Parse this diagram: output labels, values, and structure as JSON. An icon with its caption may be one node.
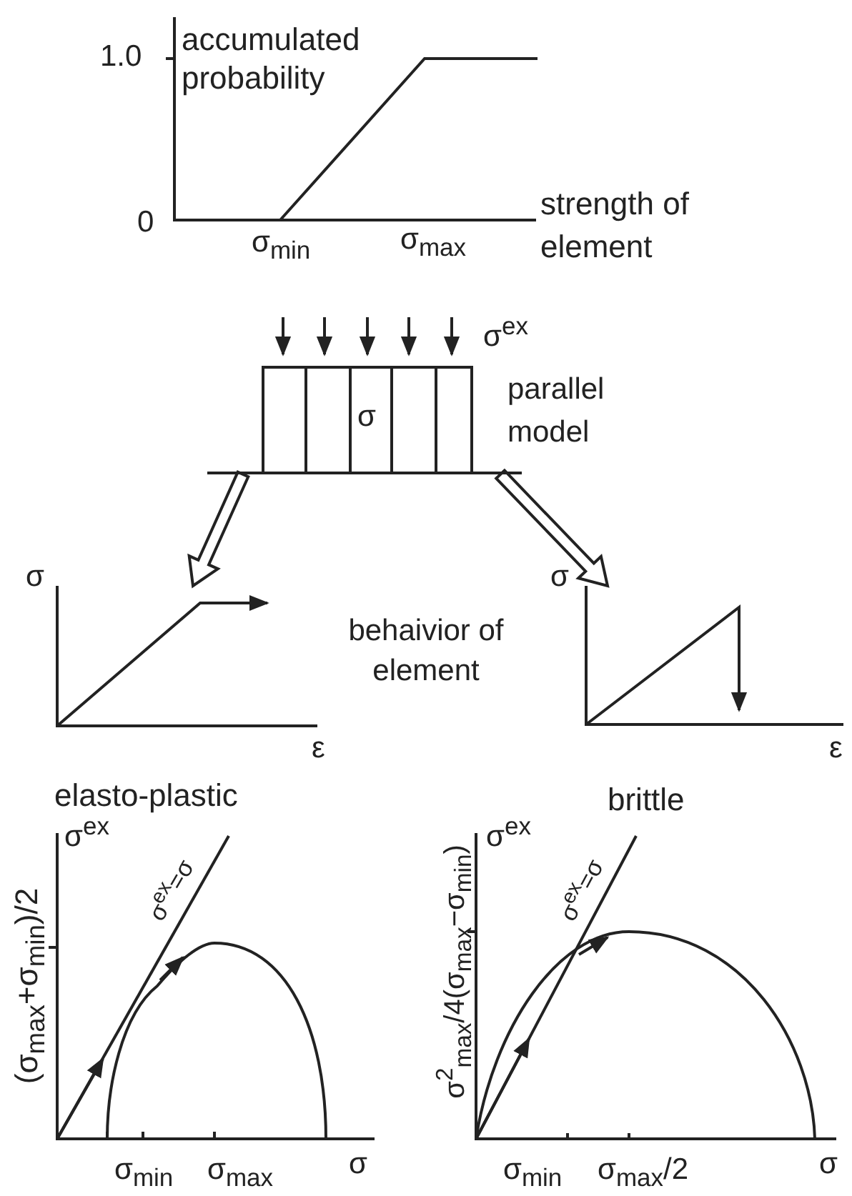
{
  "diagram": {
    "nodes": [
      {
        "text": [
          "σ"
        ],
        "beside": [
          "σ$^{ex}$",
          "parallel model"
        ]
      },
      {
        "text": [],
        "shape": "picture",
        "beside": [
          "elasto-plastic"
        ]
      },
      {
        "text": [],
        "shape": "picture",
        "beside": [
          "brittle"
        ]
      }
    ],
    "edges": [
      {
        "from": 0,
        "to": 1,
        "arrow": "to"
      },
      {
        "from": 0,
        "to": 2,
        "arrow": "to"
      }
    ],
    "labels": [
      "1.0",
      "accumulated probability",
      "0",
      "σ$_{min}$",
      "σ$_{max}$",
      "strength of element",
      "behaivior of element",
      "σ",
      "σ",
      "ε",
      "ε",
      "(σ$_{max}$+σ$_{min}$)/2",
      "σ$^{ex}$",
      "σ$^{ex}$=σ",
      "σ$_{min}$",
      "σ$_{max}$",
      "σ",
      "σ$^{2}$$_{max}$/4(σ$_{max}$−σ$_{min}$)",
      "σ$^{ex}$",
      "σ$^{ex}$=σ",
      "σ$_{min}$",
      "σ$_{max}$/2",
      "σ"
    ]
  }
}
